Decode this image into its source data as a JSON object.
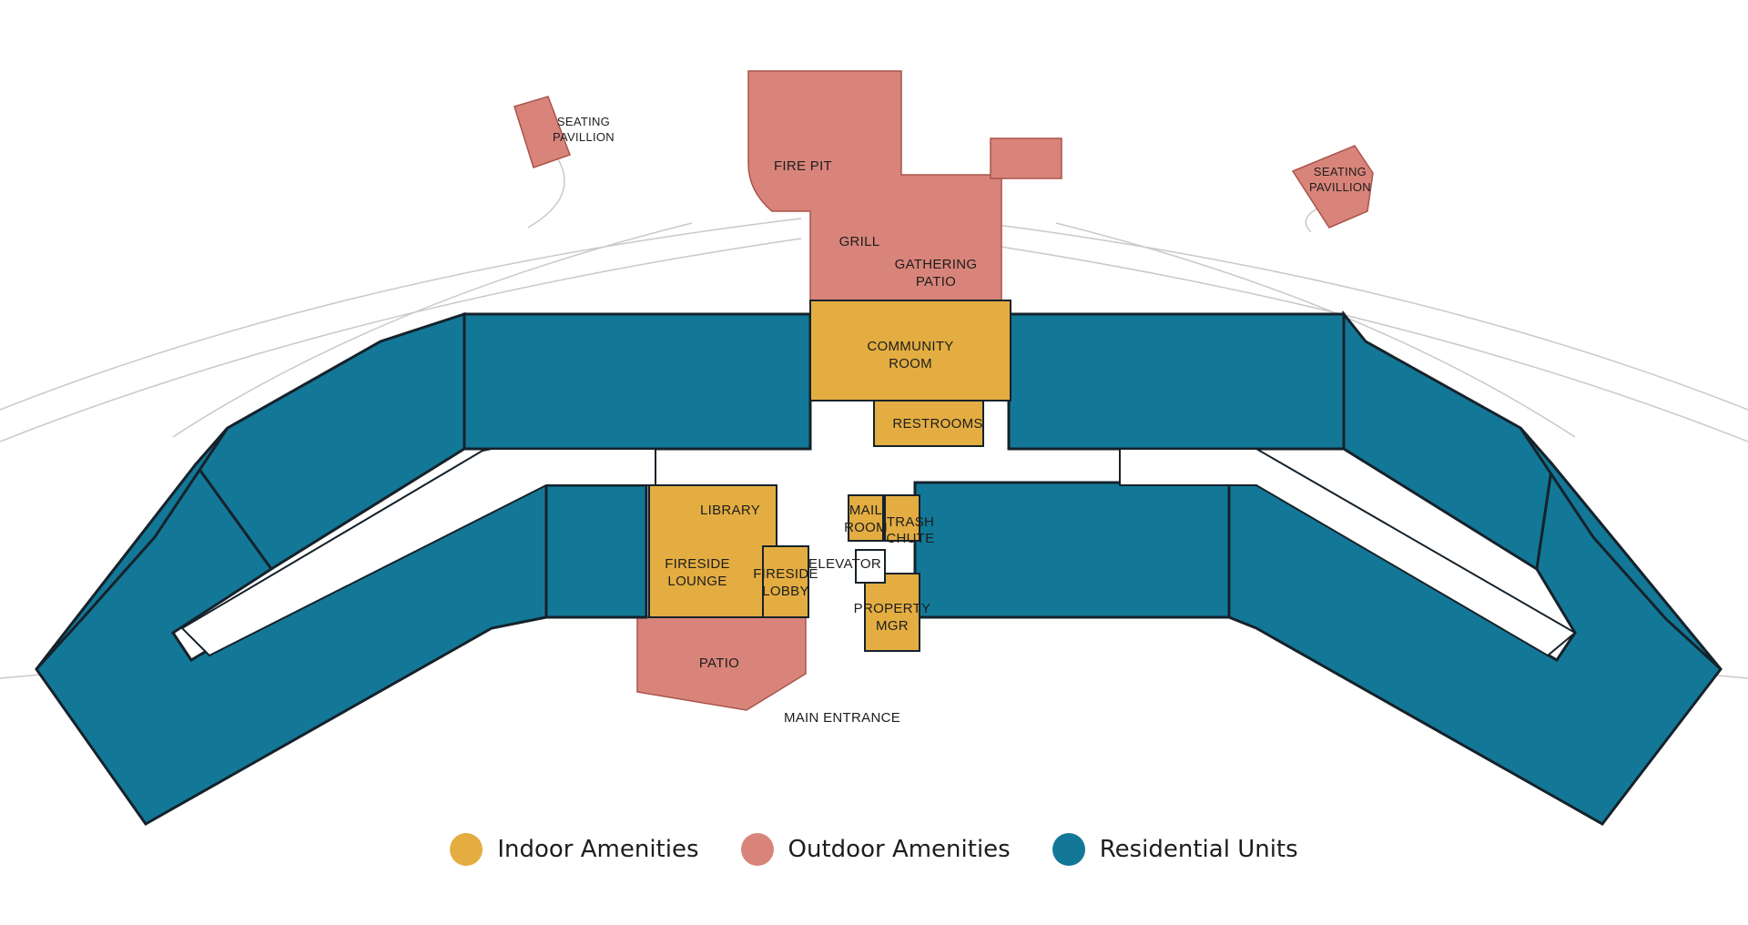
{
  "colors": {
    "indoor": "#e3ad42",
    "outdoor": "#d9847a",
    "residential": "#137897",
    "wall": "#15222b",
    "site_line": "#c9c9c9"
  },
  "labels": {
    "seating_pavillion_left": [
      "SEATING",
      "PAVILLION"
    ],
    "seating_pavillion_right": [
      "SEATING",
      "PAVILLION"
    ],
    "fire_pit": "FIRE PIT",
    "grill": "GRILL",
    "gathering_patio": [
      "GATHERING",
      "PATIO"
    ],
    "community_room": [
      "COMMUNITY",
      "ROOM"
    ],
    "restrooms": "RESTROOMS",
    "library": "LIBRARY",
    "fireside_lounge": [
      "FIRESIDE",
      "LOUNGE"
    ],
    "fireside_lobby": [
      "FIRESIDE",
      "LOBBY"
    ],
    "elevator": "ELEVATOR",
    "mail_room": [
      "MAIL",
      "ROOM"
    ],
    "trash_chute": [
      "TRASH",
      "CHUTE"
    ],
    "property_mgr": [
      "PROPERTY",
      "MGR"
    ],
    "patio": "PATIO",
    "main_entrance": "MAIN ENTRANCE"
  },
  "legend": [
    {
      "label": "Indoor Amenities",
      "color": "#e3ad42"
    },
    {
      "label": "Outdoor Amenities",
      "color": "#d9847a"
    },
    {
      "label": "Residential Units",
      "color": "#137897"
    }
  ]
}
